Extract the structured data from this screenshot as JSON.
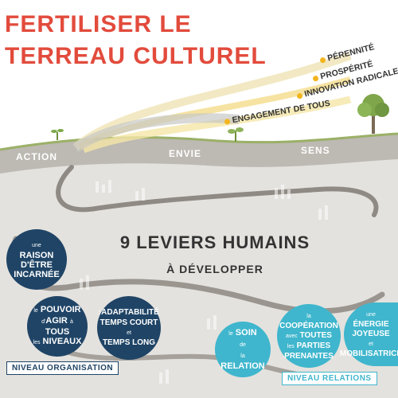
{
  "title": {
    "line1": "FERTILISER LE",
    "line2": "TERREAU CULTUREL"
  },
  "ribbon": {
    "items": [
      "PÉRENNITÉ",
      "PROSPÉRITÉ",
      "INNOVATION RADICALE",
      "ENGAGEMENT DE TOUS"
    ]
  },
  "ground": {
    "labels": [
      "ACTION",
      "ENVIE",
      "SENS"
    ]
  },
  "center": {
    "title": "9 LEVIERS HUMAINS",
    "subtitle": "À DÉVELOPPER"
  },
  "levers": {
    "raison": {
      "small": "une",
      "main1": "RAISON",
      "main2": "D'ÊTRE",
      "main3": "INCARNÉE"
    },
    "pouvoir": {
      "small1": "le",
      "main1": "POUVOIR",
      "small2": "d'",
      "main2": "AGIR",
      "small3": "à",
      "main3": "TOUS",
      "small4": "les",
      "main4": "NIVEAUX"
    },
    "adaptabilite": {
      "small": "l'",
      "main1": "ADAPTABILITÉ",
      "main2": "TEMPS COURT",
      "small2": "et",
      "main3": "TEMPS LONG"
    },
    "soin": {
      "small1": "le",
      "main1": "SOIN",
      "small2": "de",
      "small3": "la",
      "main2": "RELATION"
    },
    "cooperation": {
      "small1": "la",
      "main1": "COOPÉRATION",
      "small2": "avec",
      "main2": "TOUTES",
      "small3": "les",
      "main3": "PARTIES PRENANTES"
    },
    "energie": {
      "small1": "une",
      "main1": "ÉNERGIE",
      "main2": "JOYEUSE",
      "small2": "et",
      "main3": "MOBILISATRICE"
    }
  },
  "levels": {
    "org": "NIVEAU ORGANISATION",
    "rel": "NIVEAU RELATIONS"
  },
  "colors": {
    "title": "#e24b3c",
    "dark_circle": "#1f4466",
    "light_circle": "#3fb6cd",
    "ground": "#c7c4bf",
    "sky_ribbon": "#f2d77a",
    "dot": "#f2b51d"
  }
}
